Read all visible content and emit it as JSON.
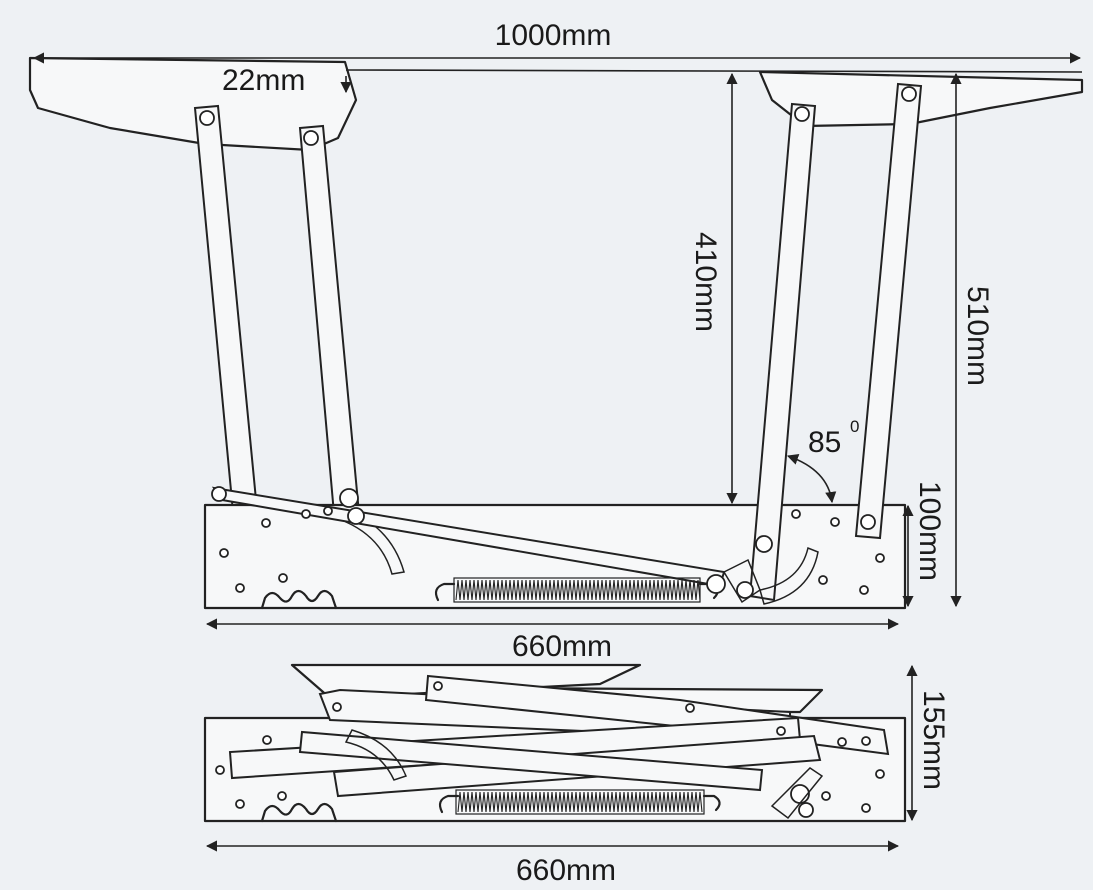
{
  "dimensions": {
    "overall_width": "1000mm",
    "top_thickness": "22mm",
    "lift_height": "410mm",
    "total_height": "510mm",
    "base_height": "100mm",
    "base_width_open": "660mm",
    "folded_height": "155mm",
    "base_width_folded": "660mm"
  },
  "angle": {
    "value": "85",
    "unit": "0"
  },
  "colors": {
    "background": "#eef1f4",
    "line": "#222222",
    "face": "#f7f8f9"
  }
}
